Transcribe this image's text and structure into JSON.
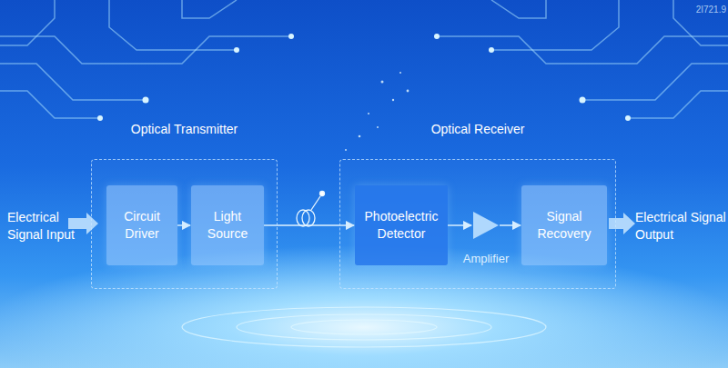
{
  "diagram": {
    "nodes": [
      {
        "text": [
          "Optical Transmitter"
        ]
      },
      {
        "text": [
          "Circuit Driver"
        ],
        "in": 0
      },
      {
        "text": [
          "Light Source"
        ],
        "in": 0
      },
      {
        "text": [
          "Optical Receiver"
        ]
      },
      {
        "text": [
          "Photoelectric Detector"
        ],
        "in": 3
      },
      {
        "text": [
          "Amplifier"
        ],
        "in": 3
      },
      {
        "text": [
          "Signal Recovery"
        ],
        "in": 3
      }
    ],
    "edges": [
      {
        "from": 1,
        "to": 2,
        "arrow": "to"
      },
      {
        "from": 2,
        "to": 4,
        "arrow": "to"
      },
      {
        "from": 4,
        "to": 5,
        "arrow": "to"
      },
      {
        "from": 5,
        "to": 6,
        "arrow": "to"
      }
    ],
    "labels": [
      "Electrical Signal Input",
      "Electrical Signal Output",
      "2I721.9"
    ]
  }
}
